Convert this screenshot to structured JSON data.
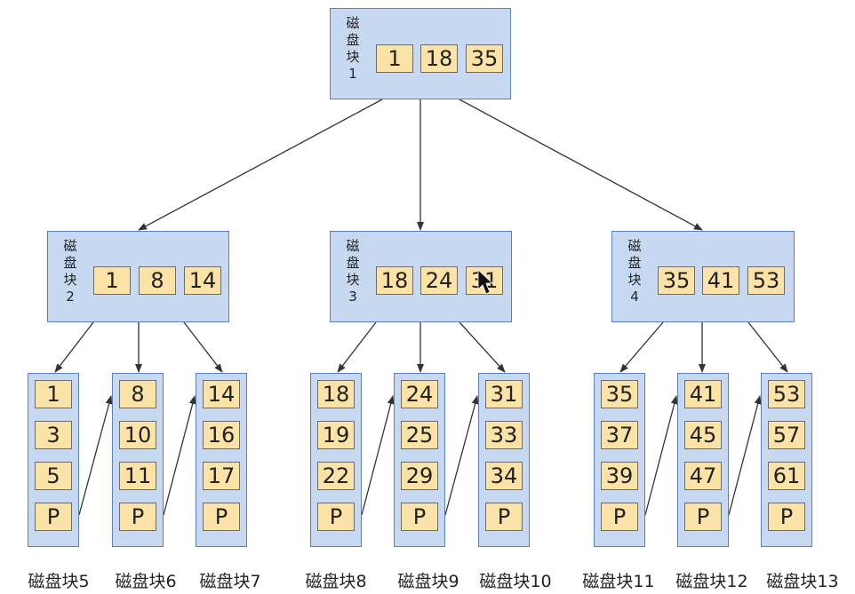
{
  "colors": {
    "node_fill": "#c6d9f1",
    "node_border": "#5b7fb8",
    "key_fill": "#fbe3a7",
    "key_border": "#6b6b6b",
    "arrow": "#333333"
  },
  "root": {
    "label": "磁\n盘\n块\n1",
    "keys": [
      "1",
      "18",
      "35"
    ]
  },
  "internal": [
    {
      "label": "磁\n盘\n块\n2",
      "keys": [
        "1",
        "8",
        "14"
      ]
    },
    {
      "label": "磁\n盘\n块\n3",
      "keys": [
        "18",
        "24",
        "31"
      ]
    },
    {
      "label": "磁\n盘\n块\n4",
      "keys": [
        "35",
        "41",
        "53"
      ]
    }
  ],
  "leaves": [
    {
      "keys": [
        "1",
        "3",
        "5",
        "P"
      ],
      "caption": "磁盘块5"
    },
    {
      "keys": [
        "8",
        "10",
        "11",
        "P"
      ],
      "caption": "磁盘块6"
    },
    {
      "keys": [
        "14",
        "16",
        "17",
        "P"
      ],
      "caption": "磁盘块7"
    },
    {
      "keys": [
        "18",
        "19",
        "22",
        "P"
      ],
      "caption": "磁盘块8"
    },
    {
      "keys": [
        "24",
        "25",
        "29",
        "P"
      ],
      "caption": "磁盘块9"
    },
    {
      "keys": [
        "31",
        "33",
        "34",
        "P"
      ],
      "caption": "磁盘块10"
    },
    {
      "keys": [
        "35",
        "37",
        "39",
        "P"
      ],
      "caption": "磁盘块11"
    },
    {
      "keys": [
        "41",
        "45",
        "47",
        "P"
      ],
      "caption": "磁盘块12"
    },
    {
      "keys": [
        "53",
        "57",
        "61",
        "P"
      ],
      "caption": "磁盘块13"
    }
  ],
  "cursor_icon": "mouse-pointer-icon"
}
